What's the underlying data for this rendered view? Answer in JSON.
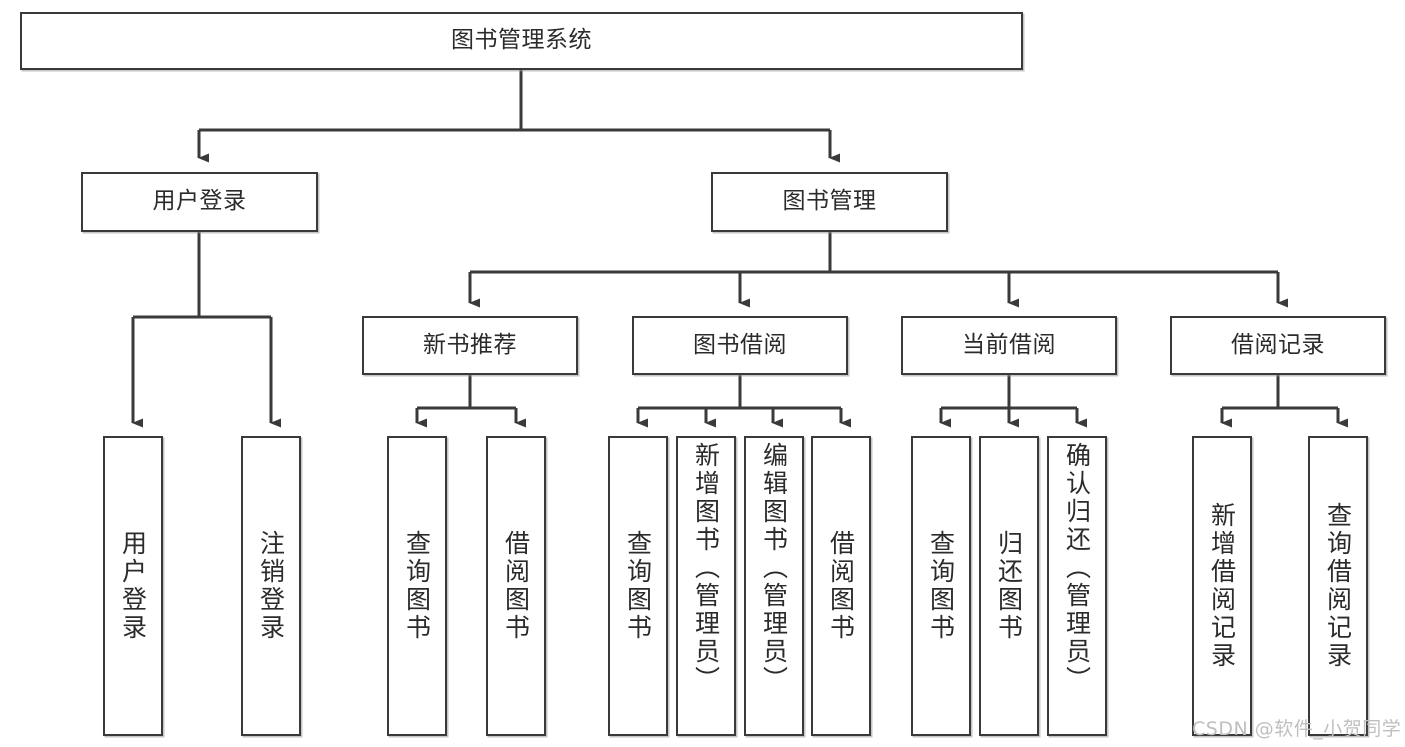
{
  "diagram": {
    "title": "图书管理系统",
    "type": "tree-hierarchy-diagram",
    "colors": {
      "box_border": "#3a3a3a",
      "box_fill": "#ffffff",
      "connector": "#3a3a3a",
      "text": "#2b2b2b",
      "watermark": "#bfbfbf",
      "background": "#ffffff"
    },
    "root": {
      "label": "图书管理系统"
    },
    "level2": [
      {
        "label": "用户登录"
      },
      {
        "label": "图书管理"
      }
    ],
    "level3": [
      {
        "label": "新书推荐"
      },
      {
        "label": "图书借阅"
      },
      {
        "label": "当前借阅"
      },
      {
        "label": "借阅记录"
      }
    ],
    "leaves": {
      "user_login": [
        {
          "label": "用户登录"
        },
        {
          "label": "注销登录"
        }
      ],
      "new_book_recommend": [
        {
          "label": "查询图书"
        },
        {
          "label": "借阅图书"
        }
      ],
      "book_borrow": [
        {
          "label": "查询图书"
        },
        {
          "label": "新增图书（管理员）"
        },
        {
          "label": "编辑图书（管理员）"
        },
        {
          "label": "借阅图书"
        }
      ],
      "current_borrow": [
        {
          "label": "查询图书"
        },
        {
          "label": "归还图书"
        },
        {
          "label": "确认归还（管理员）"
        }
      ],
      "borrow_record": [
        {
          "label": "新增借阅记录"
        },
        {
          "label": "查询借阅记录"
        }
      ]
    }
  },
  "watermark": {
    "text": "CSDN @软件_小贺同学"
  }
}
